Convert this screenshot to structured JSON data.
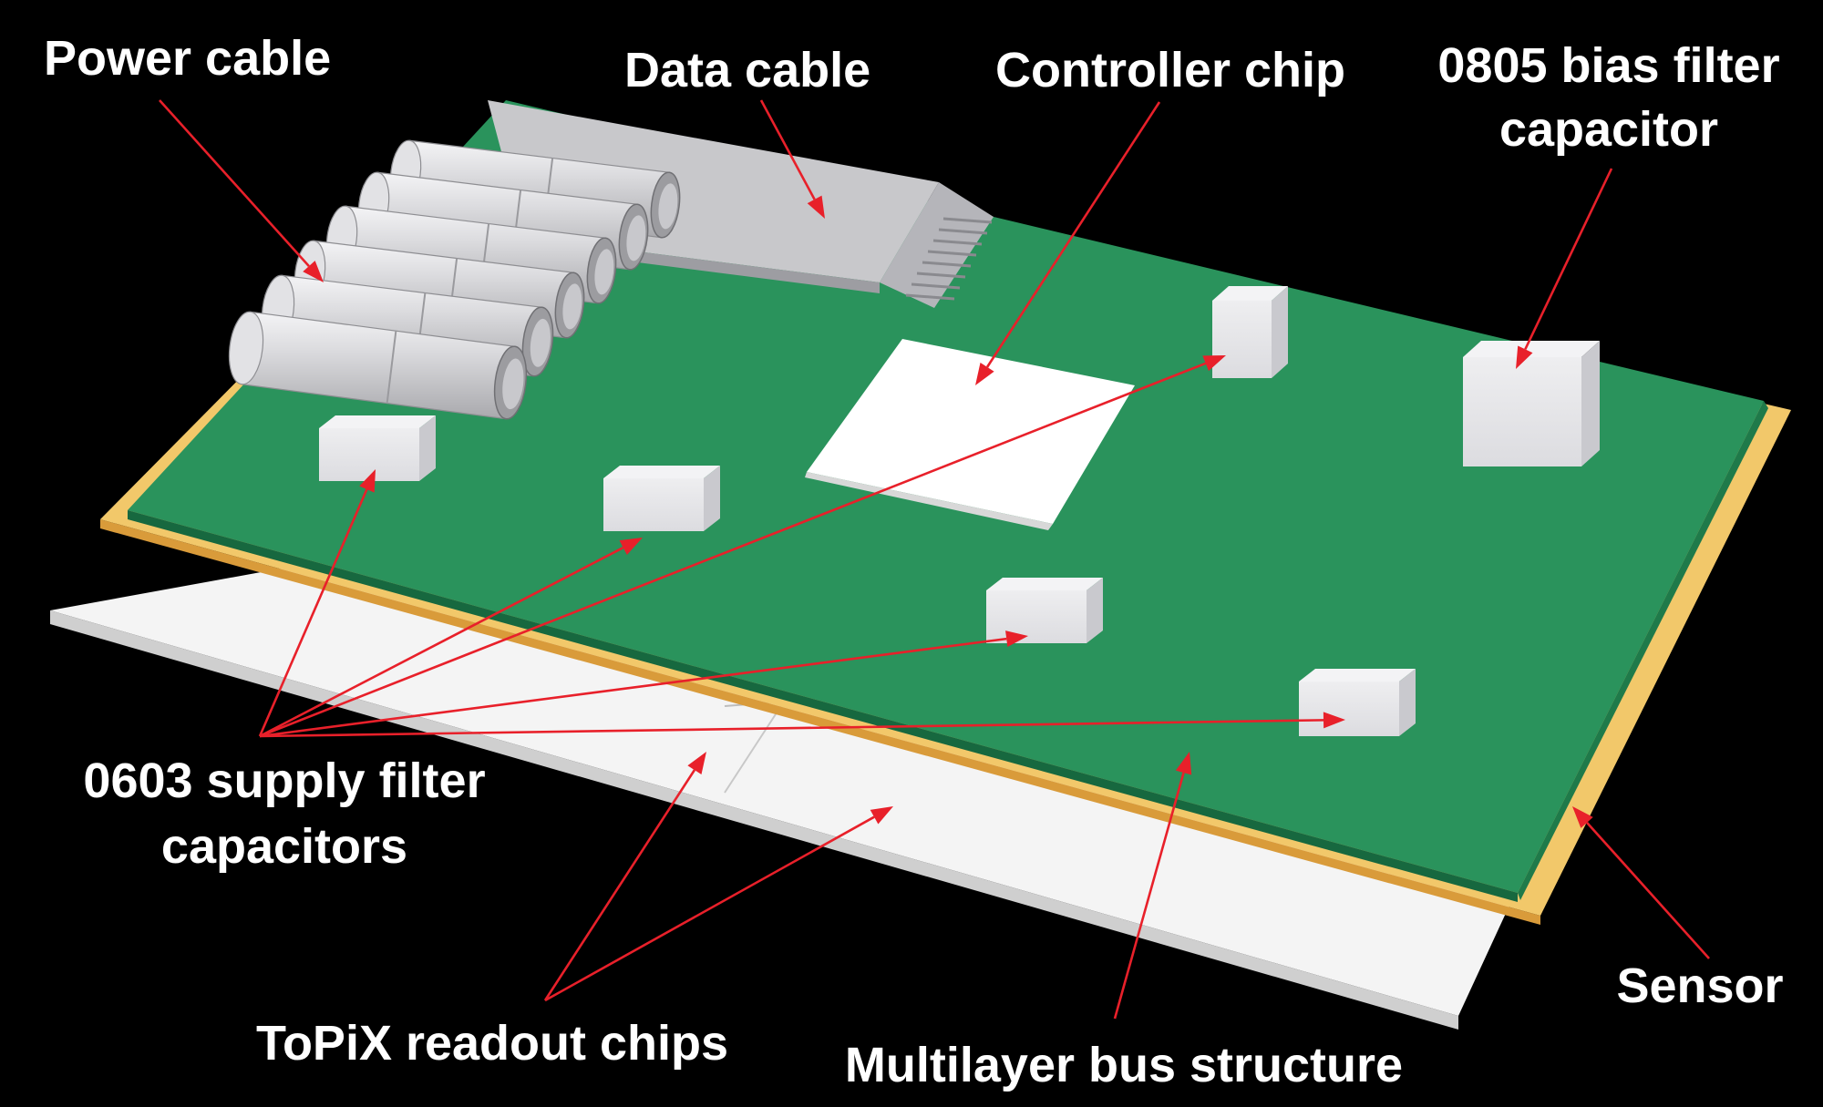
{
  "colors": {
    "background": "#000000",
    "pcb": "#2a935c",
    "pcb_edge": "#17683f",
    "sensor": "#f2c86a",
    "chips": "#f4f4f4",
    "cable": "#c8c8cb",
    "capacitor": "#e6e6e9",
    "arrow": "#e8202a",
    "text": "#ffffff"
  },
  "labels": {
    "power_cable": "Power cable",
    "data_cable": "Data cable",
    "controller_chip": "Controller chip",
    "bias_cap_line1": "0805 bias filter",
    "bias_cap_line2": "capacitor",
    "supply_caps_line1": "0603 supply filter",
    "supply_caps_line2": "capacitors",
    "topix_chips": "ToPiX readout chips",
    "bus_structure": "Multilayer bus structure",
    "sensor": "Sensor"
  }
}
